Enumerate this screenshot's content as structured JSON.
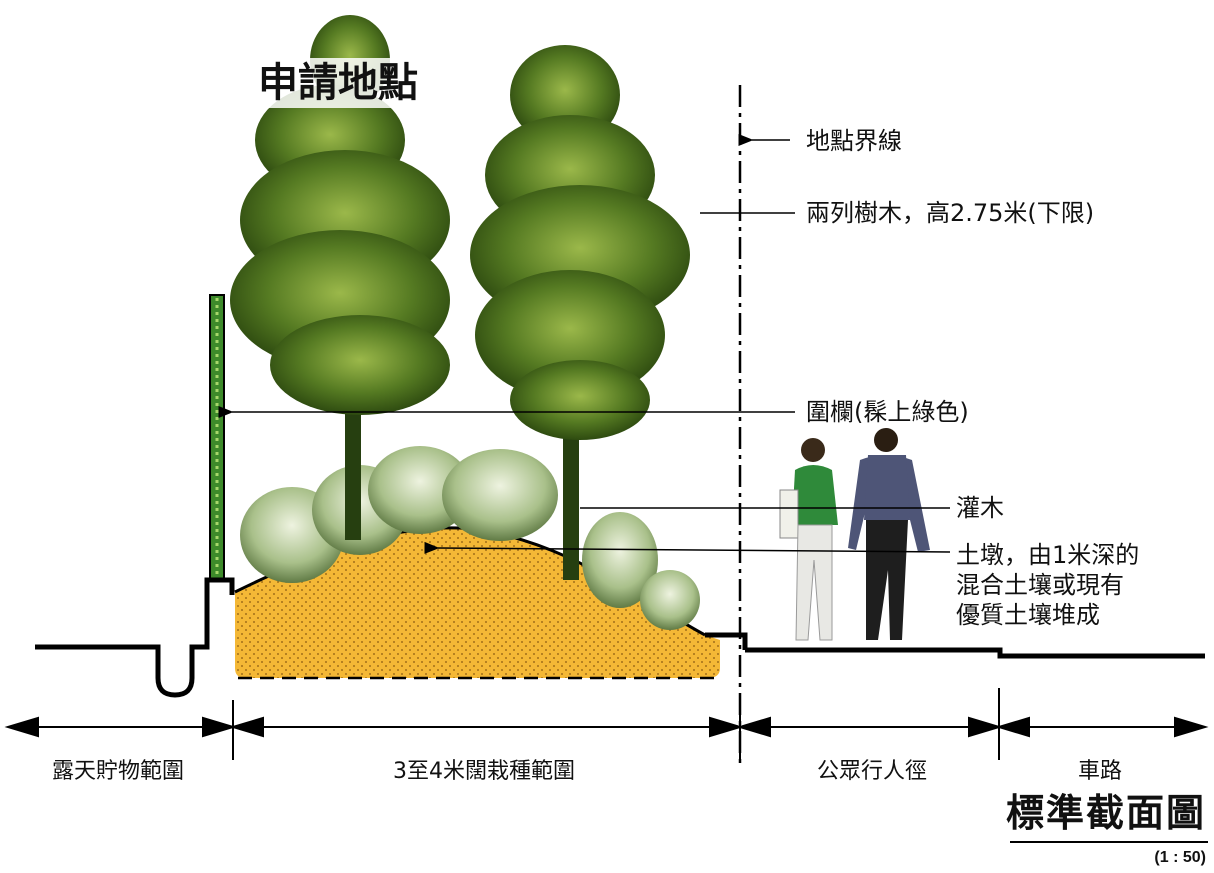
{
  "site_label": "申請地點",
  "callouts": {
    "boundary": "地點界線",
    "trees": "兩列樹木，高2.75米(下限)",
    "fence": "圍欄(髹上綠色)",
    "shrubs": "灌木",
    "mound": [
      "土墩，由1米深的",
      "混合土壤或現有",
      "優質土壤堆成"
    ]
  },
  "zones": {
    "storage": "露天貯物範圍",
    "planting": "3至4米闊栽種範圍",
    "footpath": "公眾行人徑",
    "road": "車路"
  },
  "title": "標準截面圖",
  "scale": "(1 : 50)",
  "colors": {
    "soil": "#f4b836",
    "foliage_dark": "#2e4a12",
    "foliage_light": "#8aa83a",
    "fence": "#3d8a2a",
    "shirt_green": "#2f8a3a"
  }
}
